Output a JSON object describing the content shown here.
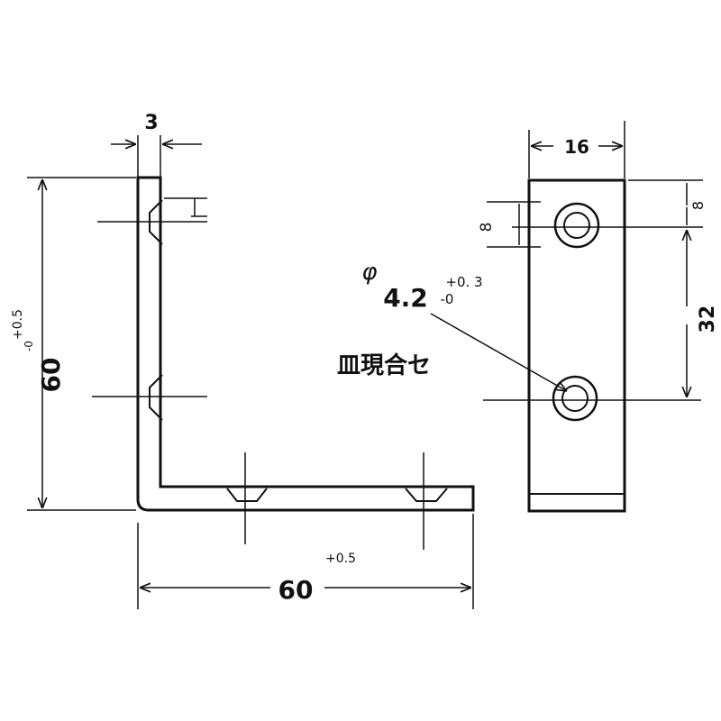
{
  "dimensions": {
    "thickness": "3",
    "height": "60",
    "height_tolerance": "+0.5",
    "height_tolerance_sub": "-0",
    "length": "60",
    "length_tolerance": "+0.5",
    "width": "16",
    "edge_offset_left": "8",
    "edge_offset_right": "8",
    "hole_pitch": "32",
    "hole_symbol": "φ",
    "hole_diameter": "4.2",
    "hole_tol_plus": "+0. 3",
    "hole_tol_minus": "-0",
    "countersink_note": "皿現合セ"
  }
}
